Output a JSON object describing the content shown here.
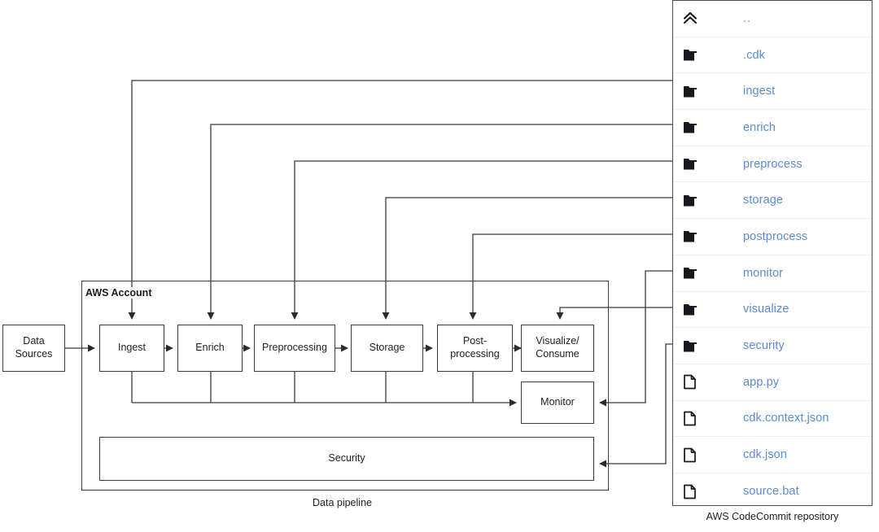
{
  "diagram": {
    "group": {
      "label": "AWS Account",
      "caption": "Data pipeline"
    },
    "nodes": {
      "data_sources": "Data Sources",
      "ingest": "Ingest",
      "enrich": "Enrich",
      "preprocessing": "Preprocessing",
      "storage": "Storage",
      "postprocessing_line1": "Post-",
      "postprocessing_line2": "processing",
      "visualize_line1": "Visualize/",
      "visualize_line2": "Consume",
      "monitor": "Monitor",
      "security": "Security"
    },
    "colors": {
      "stroke": "#3a3a3a",
      "text": "#222222",
      "background": "#ffffff"
    }
  },
  "repository": {
    "caption": "AWS CodeCommit repository",
    "link_color": "#5a8bd4",
    "items": [
      {
        "icon": "chevrons-up-icon",
        "label": "..",
        "type": "parent"
      },
      {
        "icon": "folder-icon",
        "label": ".cdk",
        "type": "folder"
      },
      {
        "icon": "folder-icon",
        "label": "ingest",
        "type": "folder"
      },
      {
        "icon": "folder-icon",
        "label": "enrich",
        "type": "folder"
      },
      {
        "icon": "folder-icon",
        "label": "preprocess",
        "type": "folder"
      },
      {
        "icon": "folder-icon",
        "label": "storage",
        "type": "folder"
      },
      {
        "icon": "folder-icon",
        "label": "postprocess",
        "type": "folder"
      },
      {
        "icon": "folder-icon",
        "label": "monitor",
        "type": "folder"
      },
      {
        "icon": "folder-icon",
        "label": "visualize",
        "type": "folder"
      },
      {
        "icon": "folder-icon",
        "label": "security",
        "type": "folder"
      },
      {
        "icon": "file-icon",
        "label": "app.py",
        "type": "file"
      },
      {
        "icon": "file-icon",
        "label": "cdk.context.json",
        "type": "file"
      },
      {
        "icon": "file-icon",
        "label": "cdk.json",
        "type": "file"
      },
      {
        "icon": "file-icon",
        "label": "source.bat",
        "type": "file"
      }
    ]
  }
}
